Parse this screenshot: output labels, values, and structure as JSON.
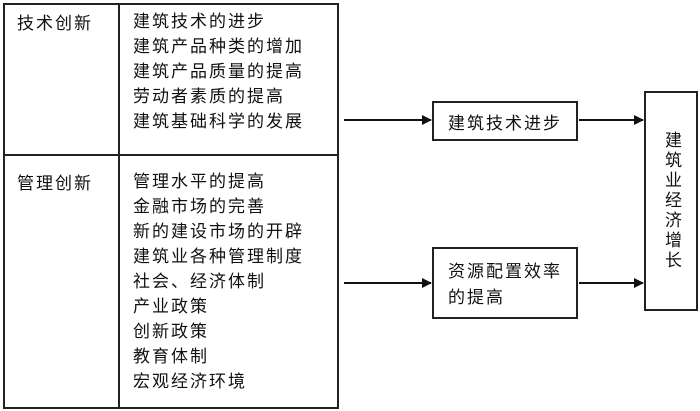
{
  "categories": [
    {
      "label": "技术创新",
      "factors": [
        "建筑技术的进步",
        "建筑产品种类的增加",
        "建筑产品质量的提高",
        "劳动者素质的提高",
        "建筑基础科学的发展"
      ]
    },
    {
      "label": "管理创新",
      "factors": [
        "管理水平的提高",
        "金融市场的完善",
        "新的建设市场的开辟",
        "建筑业各种管理制度",
        "社会、经济体制",
        "产业政策",
        "创新政策",
        "教育体制",
        "宏观经济环境"
      ]
    }
  ],
  "intermediate": {
    "tech_progress": "建筑技术进步",
    "resource_efficiency_line1": "资源配置效率",
    "resource_efficiency_line2": "的提高"
  },
  "outcome": "建筑业经济增长"
}
